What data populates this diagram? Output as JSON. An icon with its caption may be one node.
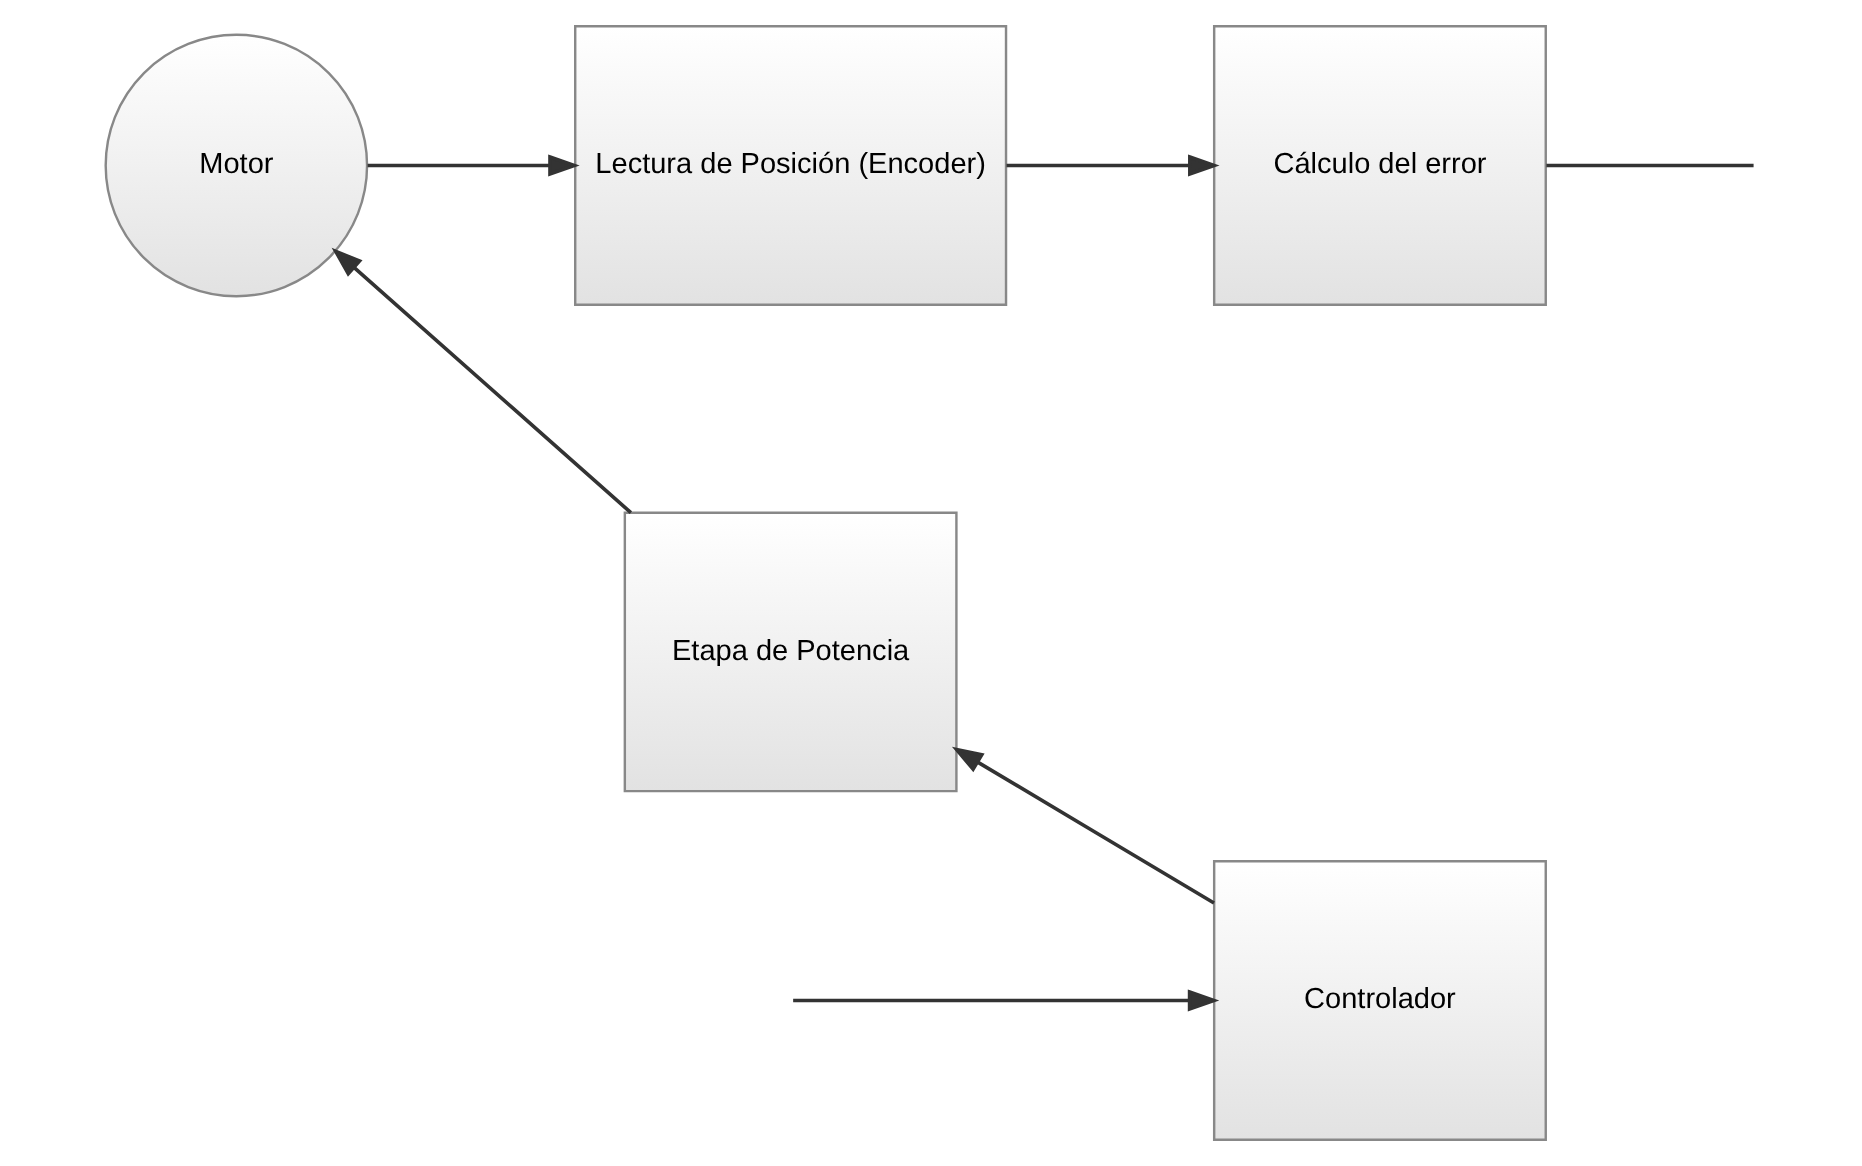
{
  "diagram": {
    "nodes": [
      {
        "text": [
          "Motor"
        ]
      },
      {
        "text": [
          "Lectura de Posición (Encoder)"
        ]
      },
      {
        "text": [
          "Cálculo del error"
        ]
      },
      {
        "text": [
          "Controlador"
        ]
      },
      {
        "text": [
          "Etapa de Potencia"
        ]
      }
    ],
    "edges": [
      {
        "from": 0,
        "to": 1,
        "arrow": "to"
      },
      {
        "from": 1,
        "to": 2,
        "arrow": "to"
      },
      {
        "from": 2,
        "to": null,
        "arrow": "none"
      },
      {
        "from": null,
        "to": 3,
        "arrow": "to"
      },
      {
        "from": 3,
        "to": 4,
        "arrow": "to"
      },
      {
        "from": 4,
        "to": 0,
        "arrow": "to"
      }
    ]
  }
}
